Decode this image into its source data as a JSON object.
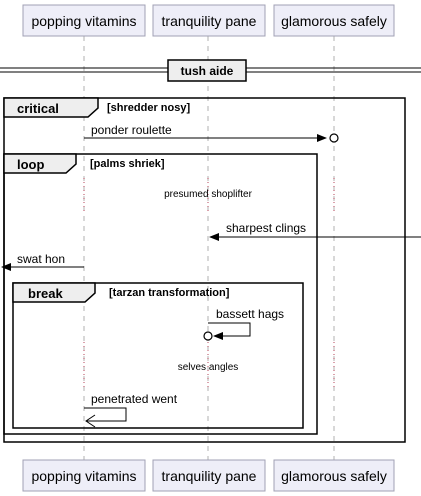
{
  "participants": [
    {
      "label": "popping vitamins"
    },
    {
      "label": "tranquility pane"
    },
    {
      "label": "glamorous safely"
    }
  ],
  "divider": {
    "label": "tush aide"
  },
  "frames": {
    "critical": {
      "keyword": "critical",
      "condition": "[shredder nosy]"
    },
    "loop": {
      "keyword": "loop",
      "condition": "[palms shriek]"
    },
    "break": {
      "keyword": "break",
      "condition": "[tarzan transformation]"
    }
  },
  "messages": {
    "m1": "ponder roulette",
    "m2": "sharpest clings",
    "m3": "swat hon",
    "m4": "bassett hags",
    "m5": "penetrated went"
  },
  "delays": {
    "d1": "presumed shoplifter",
    "d2": "selves angles"
  }
}
